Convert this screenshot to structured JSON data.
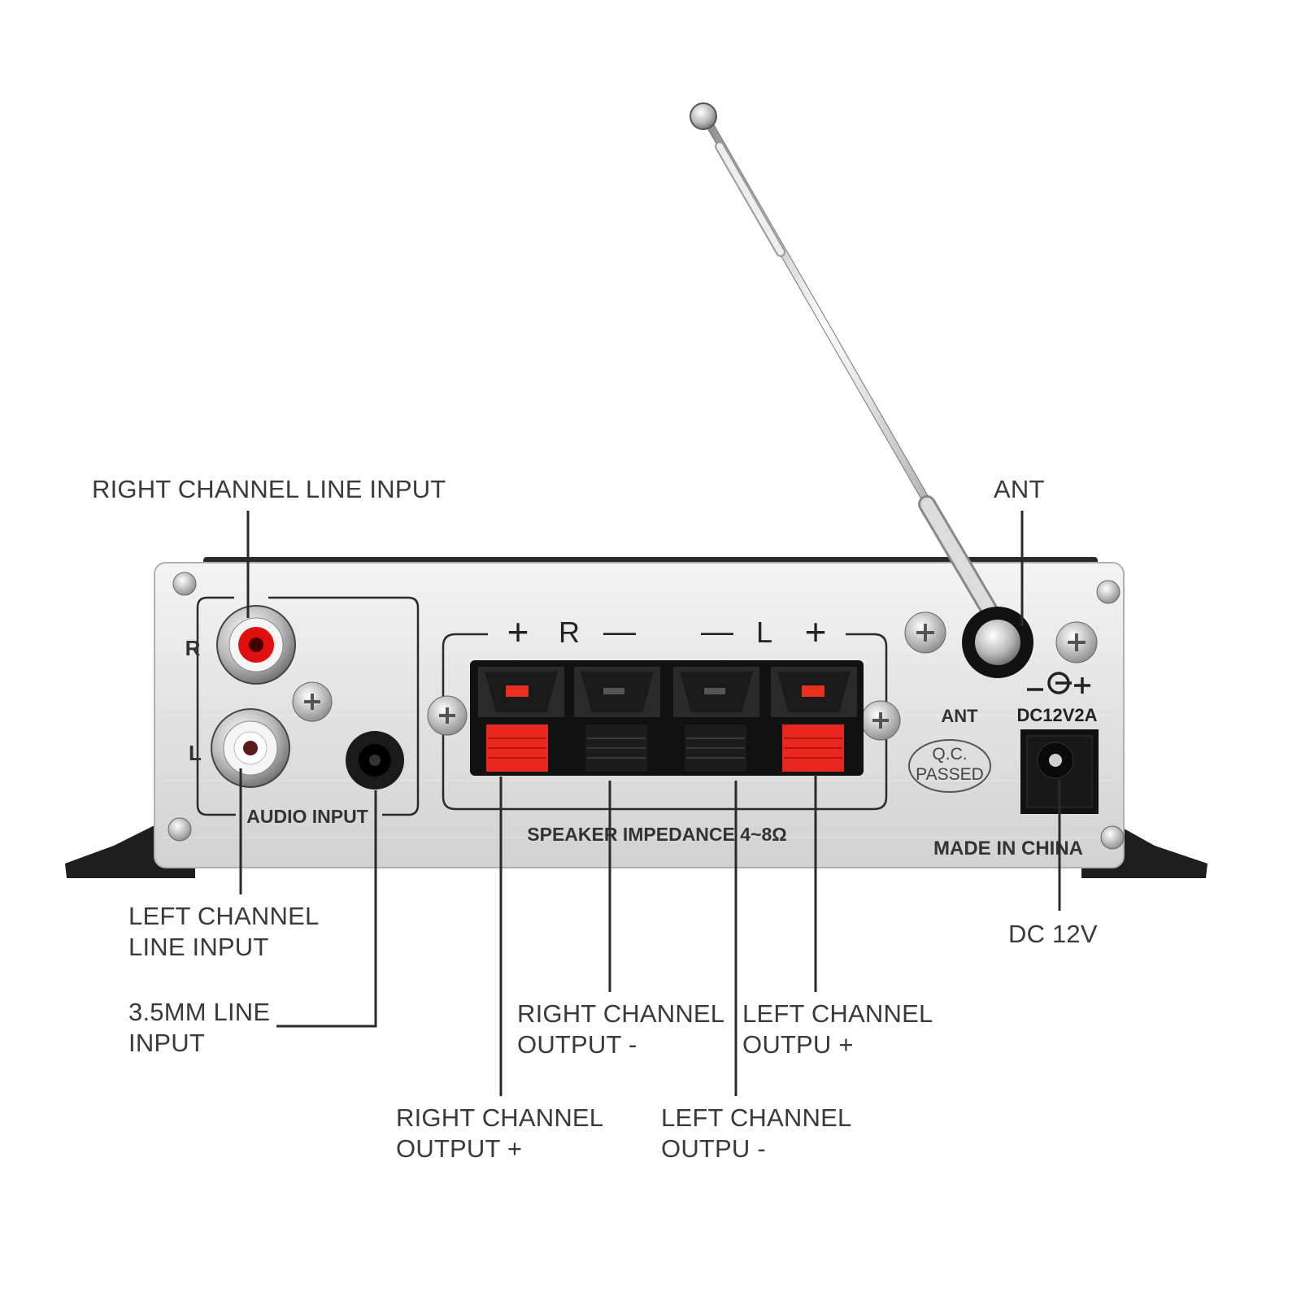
{
  "callouts": {
    "right_line_input": [
      "RIGHT CHANNEL LINE INPUT"
    ],
    "ant": [
      "ANT"
    ],
    "left_line_input": [
      "LEFT CHANNEL",
      "LINE INPUT"
    ],
    "line_35mm": [
      "3.5MM LINE",
      "INPUT"
    ],
    "dc12v": [
      "DC 12V"
    ],
    "right_out_minus": [
      "RIGHT CHANNEL",
      "OUTPUT -"
    ],
    "left_out_plus": [
      "LEFT CHANNEL",
      "OUTPU +"
    ],
    "right_out_plus": [
      "RIGHT CHANNEL",
      "OUTPUT +"
    ],
    "left_out_minus": [
      "LEFT CHANNEL",
      "OUTPU -"
    ]
  },
  "panel": {
    "r_mark": "R",
    "l_mark": "L",
    "audio_input": "AUDIO INPUT",
    "speaker_plus_r": "+",
    "speaker_r": "R",
    "speaker_minus_r": "—",
    "speaker_minus_l": "—",
    "speaker_l": "L",
    "speaker_plus_l": "+",
    "speaker_impedance": "SPEAKER IMPEDANCE 4~8Ω",
    "ant_label": "ANT",
    "dc_rating": "DC12V2A",
    "qc_line1": "Q.C.",
    "qc_line2": "PASSED",
    "made_in": "MADE IN CHINA"
  },
  "colors": {
    "rca_red": "#e01010",
    "terminal_red": "#e8281e",
    "label_text": "#3a3a3a"
  }
}
